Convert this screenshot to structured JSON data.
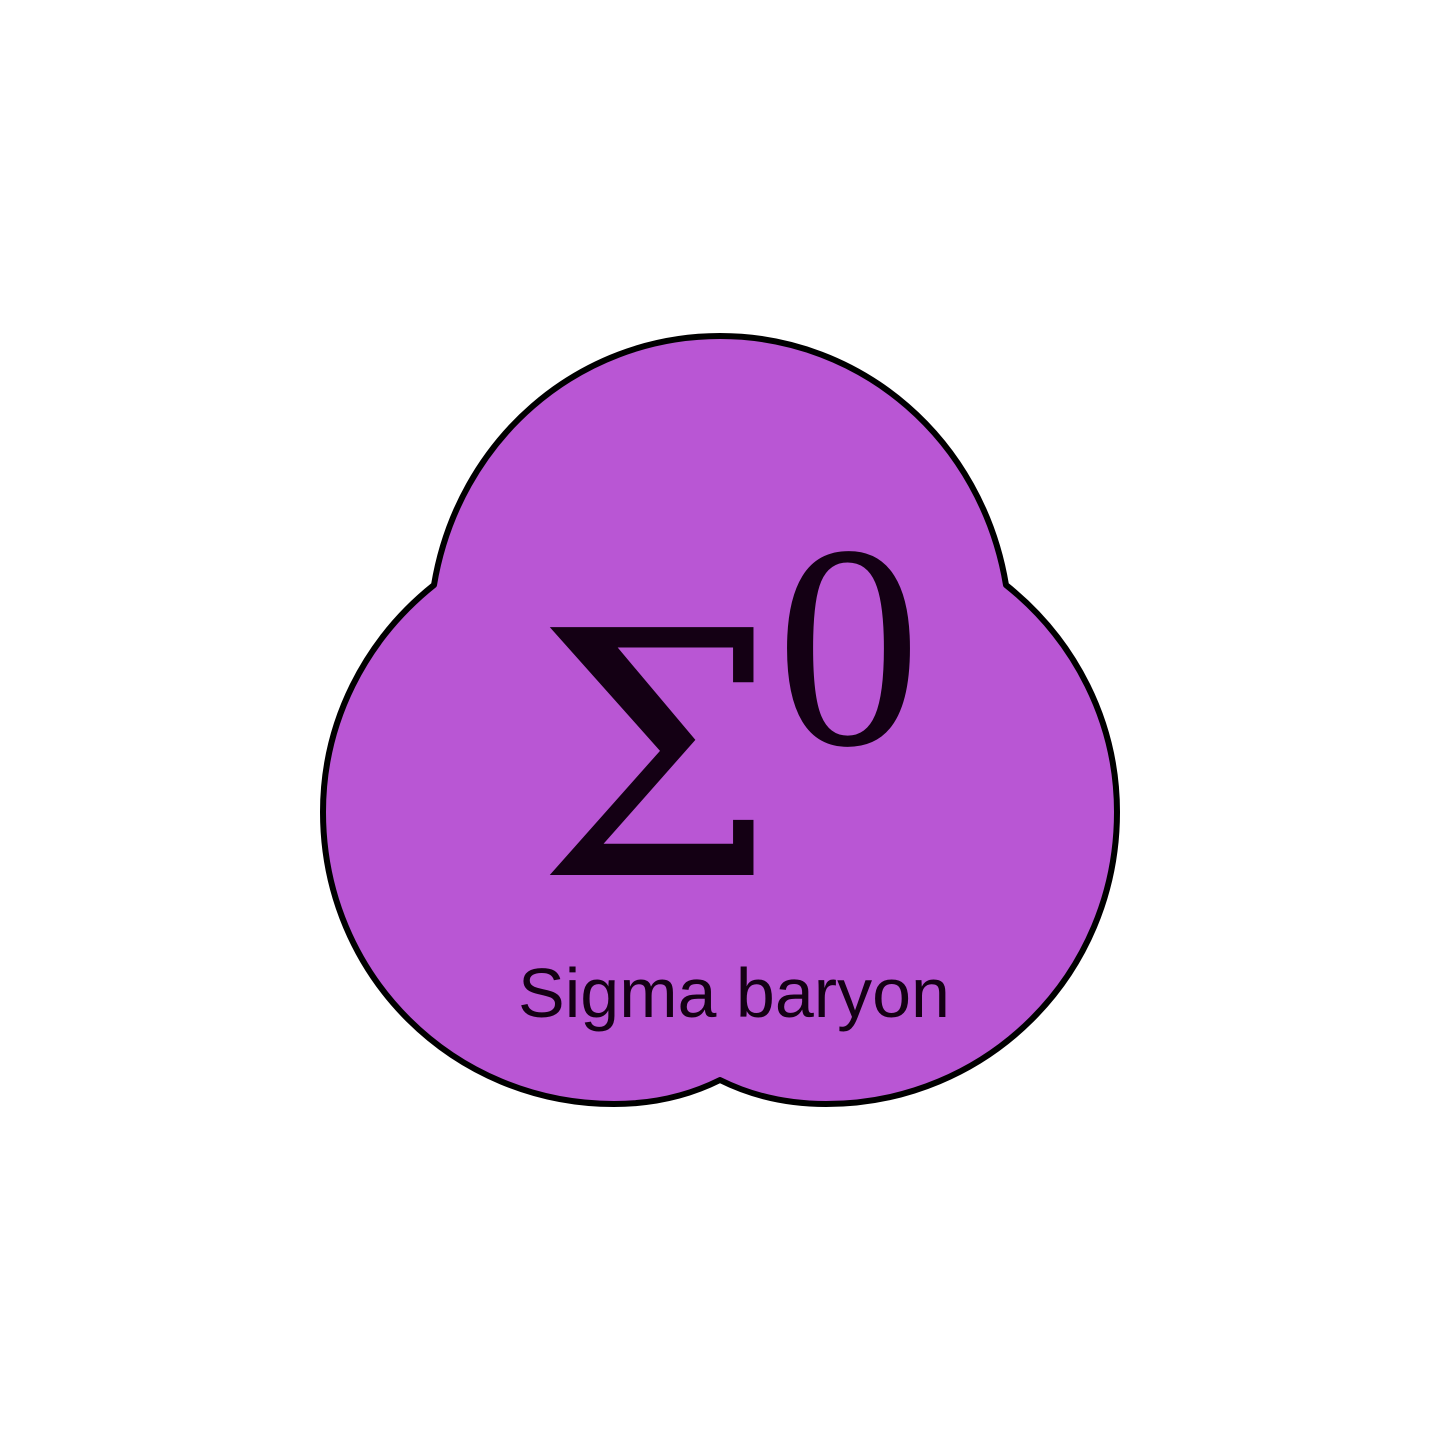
{
  "particle": {
    "symbol": "Σ",
    "charge": "0",
    "name": "Sigma baryon"
  },
  "colors": {
    "fill": "#b956d4",
    "outline": "#000000",
    "text": "#140014",
    "background": "#ffffff"
  }
}
